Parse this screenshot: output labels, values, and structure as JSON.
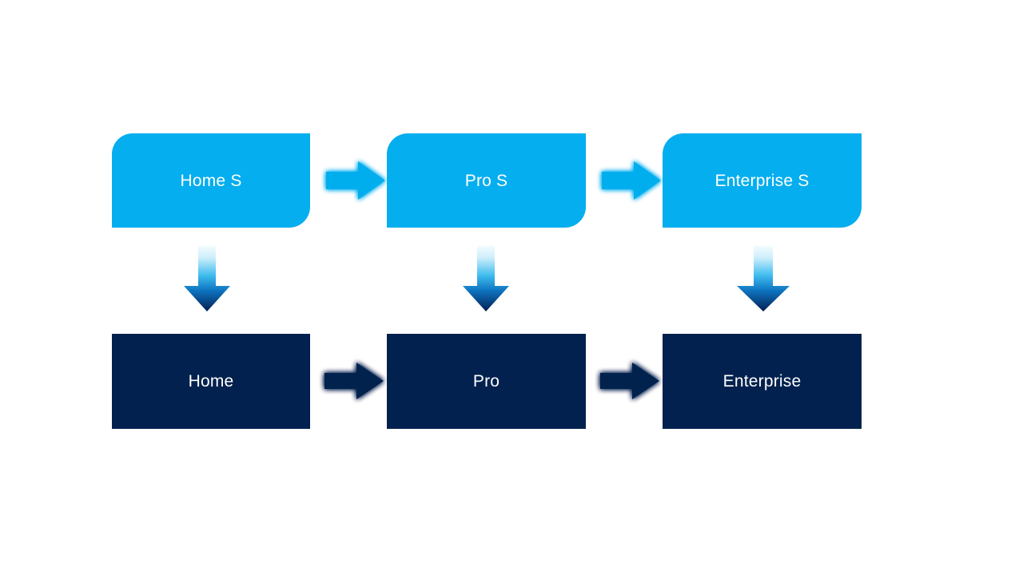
{
  "diagram": {
    "type": "flow",
    "title": "",
    "background_color": "#ffffff",
    "colors": {
      "top_row_fill": "#05AEEE",
      "bottom_row_fill": "#03214E",
      "top_arrow_fill": "#05AEEE",
      "bottom_arrow_fill": "#03214E",
      "vertical_arrow_gradient_start": "#EAF8FE",
      "vertical_arrow_gradient_end": "#012055",
      "label_text_color": "#ffffff"
    },
    "rows": [
      {
        "name": "services-row",
        "style": "light-blue",
        "nodes": [
          {
            "id": "home-s",
            "label": "Home S"
          },
          {
            "id": "pro-s",
            "label": "Pro S"
          },
          {
            "id": "enterprise-s",
            "label": "Enterprise S"
          }
        ],
        "connectors": [
          {
            "from": "home-s",
            "to": "pro-s",
            "direction": "right"
          },
          {
            "from": "pro-s",
            "to": "enterprise-s",
            "direction": "right"
          }
        ]
      },
      {
        "name": "products-row",
        "style": "dark-navy",
        "nodes": [
          {
            "id": "home",
            "label": "Home"
          },
          {
            "id": "pro",
            "label": "Pro"
          },
          {
            "id": "enterprise",
            "label": "Enterprise"
          }
        ],
        "connectors": [
          {
            "from": "home",
            "to": "pro",
            "direction": "right"
          },
          {
            "from": "pro",
            "to": "enterprise",
            "direction": "right"
          }
        ]
      }
    ],
    "vertical_connectors": [
      {
        "from": "home-s",
        "to": "home",
        "direction": "down"
      },
      {
        "from": "pro-s",
        "to": "pro",
        "direction": "down"
      },
      {
        "from": "enterprise-s",
        "to": "enterprise",
        "direction": "down"
      }
    ]
  }
}
